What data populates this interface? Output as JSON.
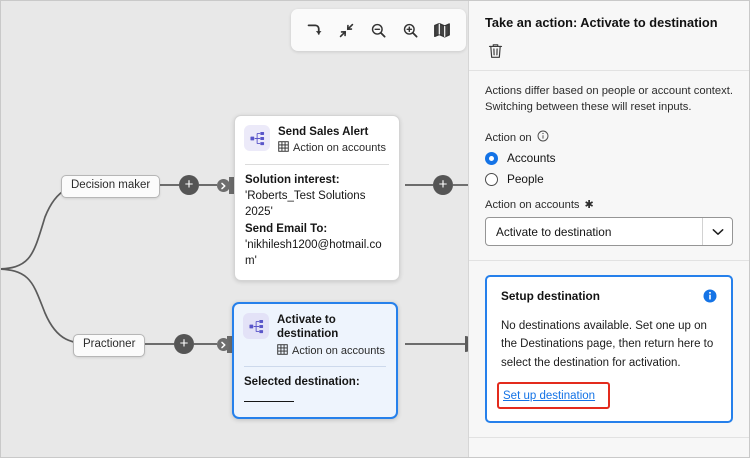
{
  "canvas": {
    "toolbar": {
      "buttons": [
        {
          "name": "undo-redo-icon",
          "label": "Redo"
        },
        {
          "name": "fit-to-screen-icon",
          "label": "Fit to screen"
        },
        {
          "name": "zoom-out-icon",
          "label": "Zoom out"
        },
        {
          "name": "zoom-in-icon",
          "label": "Zoom in"
        },
        {
          "name": "minimap-icon",
          "label": "Map"
        }
      ]
    },
    "branches": [
      {
        "label": "Decision maker"
      },
      {
        "label": "Practioner"
      }
    ],
    "add_buttons": [
      {
        "label": "+"
      },
      {
        "label": "+"
      },
      {
        "label": "+"
      }
    ],
    "cards": [
      {
        "title": "Send Sales Alert",
        "subtitle": "Action on accounts",
        "icon": "workflow-node-icon",
        "subtitle_icon": "grid-icon",
        "fields": [
          {
            "label": "Solution interest:",
            "value": "'Roberts_Test Solutions 2025'"
          },
          {
            "label": "Send Email To:",
            "value": "'nikhilesh1200@hotmail.com'"
          }
        ],
        "selected": false
      },
      {
        "title": "Activate to destination",
        "subtitle": "Action on accounts",
        "icon": "workflow-node-icon",
        "subtitle_icon": "grid-icon",
        "fields": [
          {
            "label": "Selected destination:",
            "value": ""
          }
        ],
        "selected": true
      }
    ]
  },
  "panel": {
    "title": "Take an action: Activate to destination",
    "delete_icon": "trash-icon",
    "hint": "Actions differ based on people or account context. Switching between these will reset inputs.",
    "action_on": {
      "label": "Action on",
      "info_icon": "info-circle-icon",
      "options": [
        {
          "label": "Accounts",
          "checked": true
        },
        {
          "label": "People",
          "checked": false
        }
      ]
    },
    "action_on_accounts": {
      "label": "Action on accounts",
      "required_marker": "✱",
      "selected_value": "Activate to destination",
      "chevron_icon": "chevron-down-icon"
    },
    "callout": {
      "title": "Setup destination",
      "info_icon": "info-filled-icon",
      "text": "No destinations available. Set one up on the Destinations page, then return here to select the destination for activation.",
      "link": "Set up destination",
      "highlight_color": "#e32b1d",
      "border_color": "#2680eb"
    }
  },
  "colors": {
    "canvas_bg": "#e8e8e8",
    "accent_blue": "#1473e6",
    "selection_blue": "#2680eb",
    "highlight_red": "#e32b1d",
    "node_icon_purple": "#5a56c9"
  }
}
